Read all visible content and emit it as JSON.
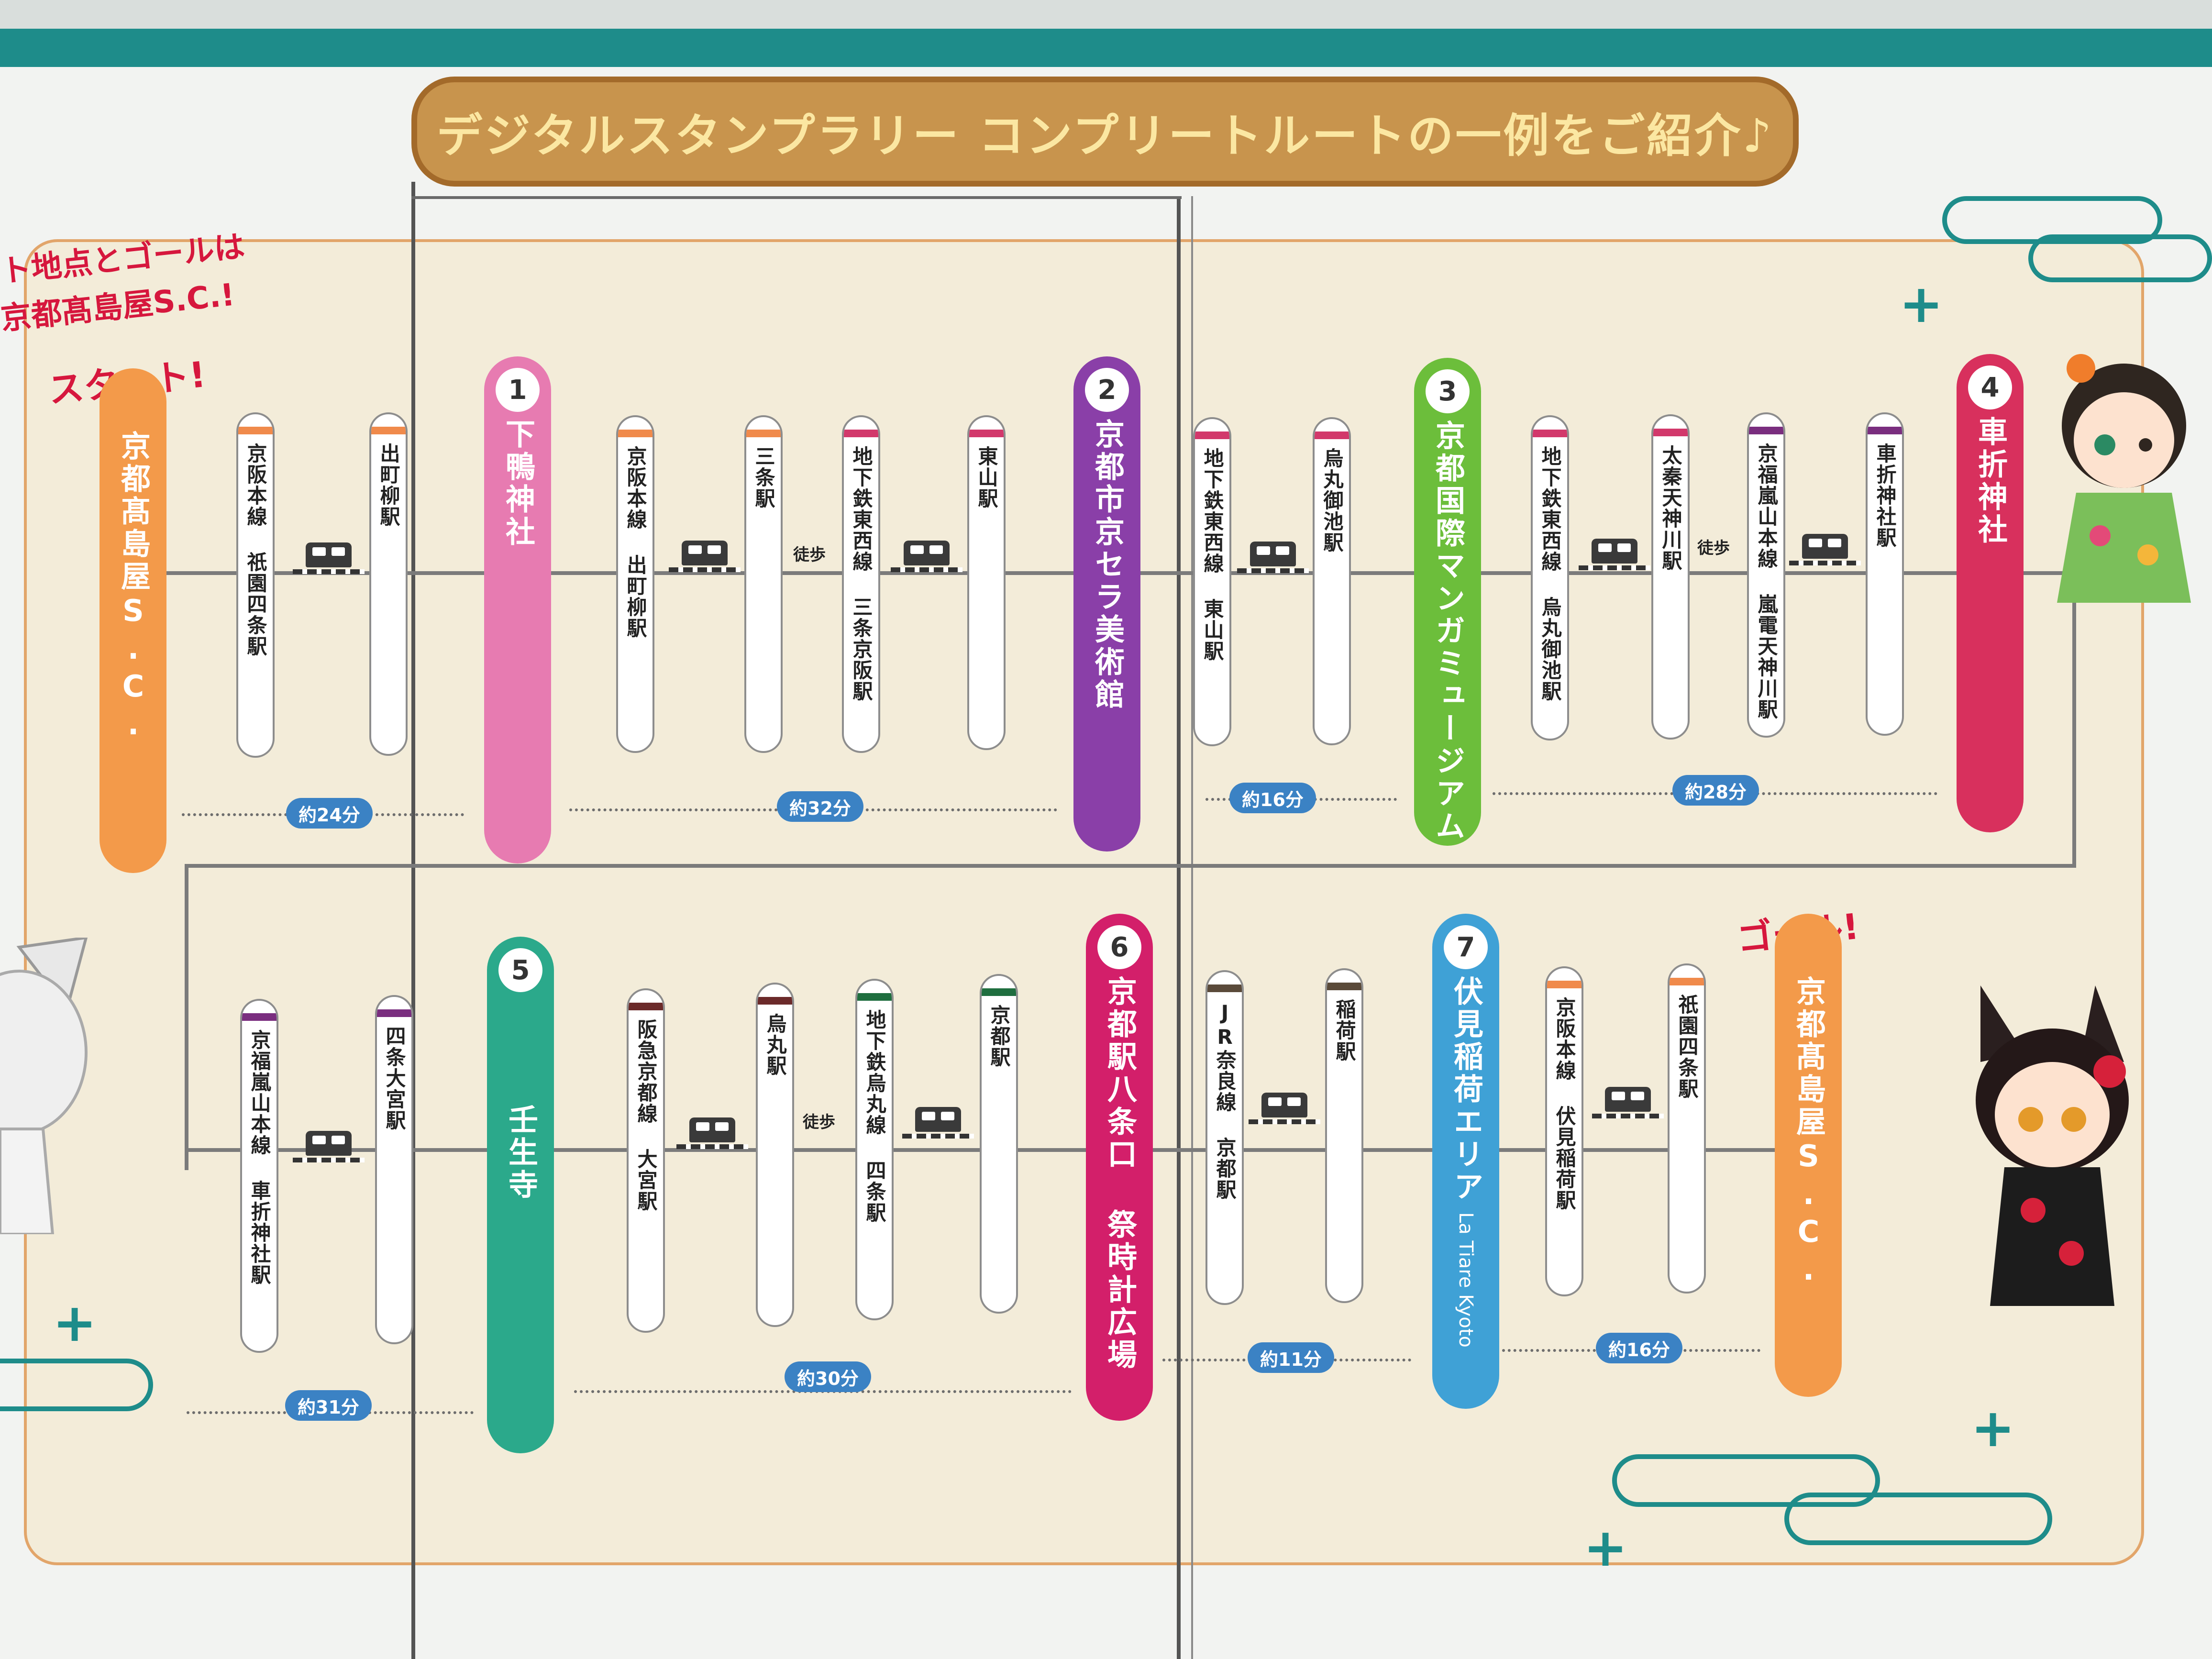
{
  "title": "デジタルスタンプラリー コンプリートルートの一例をご紹介♪",
  "notes": {
    "start_goal": "ト地点とゴールは",
    "start_goal_place": "京都髙島屋S.C.!",
    "start": "スタート!",
    "goal": "ゴール!"
  },
  "colors": {
    "orange": "#f39a4a",
    "pink": "#e77bb1",
    "purple": "#8a3fa8",
    "green": "#6cbe3b",
    "crimson": "#d8305d",
    "teal": "#2ba98b",
    "magenta": "#d31f6a",
    "blue": "#3fa1d6",
    "time_blue": "#3b82c4"
  },
  "row1": {
    "start": {
      "name": "京都髙島屋S.C."
    },
    "stops": [
      {
        "label": "京阪本線 祇園四条駅",
        "cap": "#f08a4b"
      },
      {
        "label": "出町柳駅",
        "cap": "#f08a4b"
      },
      {
        "label": "京阪本線 出町柳駅",
        "cap": "#f08a4b"
      },
      {
        "label": "三条駅",
        "cap": "#f08a4b"
      },
      {
        "label": "地下鉄東西線 三条京阪駅",
        "cap": "#d2386b"
      },
      {
        "label": "東山駅",
        "cap": "#d2386b"
      },
      {
        "label": "地下鉄東西線 東山駅",
        "cap": "#d2386b"
      },
      {
        "label": "烏丸御池駅",
        "cap": "#d2386b"
      },
      {
        "label": "地下鉄東西線 烏丸御池駅",
        "cap": "#d2386b"
      },
      {
        "label": "太秦天神川駅",
        "cap": "#d2386b"
      },
      {
        "label": "京福嵐山本線 嵐電天神川駅",
        "cap": "#7a2e7f"
      },
      {
        "label": "車折神社駅",
        "cap": "#7a2e7f"
      }
    ],
    "destinations": [
      {
        "num": "1",
        "name": "下鴨神社"
      },
      {
        "num": "2",
        "name": "京都市京セラ美術館"
      },
      {
        "num": "3",
        "name": "京都国際マンガミュージアム"
      },
      {
        "num": "4",
        "name": "車折神社"
      }
    ],
    "times": [
      "約24分",
      "約32分",
      "約16分",
      "約28分"
    ],
    "walk": [
      "徒歩",
      "徒歩"
    ]
  },
  "row2": {
    "stops": [
      {
        "label": "京福嵐山本線 車折神社駅",
        "cap": "#7a2e7f"
      },
      {
        "label": "四条大宮駅",
        "cap": "#7a2e7f"
      },
      {
        "label": "阪急京都線 大宮駅",
        "cap": "#6b2a2a"
      },
      {
        "label": "烏丸駅",
        "cap": "#6b2a2a"
      },
      {
        "label": "地下鉄烏丸線 四条駅",
        "cap": "#1f6e3f"
      },
      {
        "label": "京都駅",
        "cap": "#1f6e3f"
      },
      {
        "label": "JR奈良線 京都駅",
        "cap": "#5a4a3a"
      },
      {
        "label": "稲荷駅",
        "cap": "#5a4a3a"
      },
      {
        "label": "京阪本線 伏見稲荷駅",
        "cap": "#f08a4b"
      },
      {
        "label": "祇園四条駅",
        "cap": "#f08a4b"
      }
    ],
    "destinations": [
      {
        "num": "5",
        "name": "壬生寺"
      },
      {
        "num": "6",
        "name": "京都駅八条口 祭時計広場"
      },
      {
        "num": "7",
        "name": "伏見稲荷エリア",
        "sub": "La Tiare Kyoto"
      }
    ],
    "goal": {
      "name": "京都髙島屋S.C."
    },
    "times": [
      "約31分",
      "約30分",
      "約11分",
      "約16分"
    ],
    "walk": [
      "徒歩"
    ]
  }
}
